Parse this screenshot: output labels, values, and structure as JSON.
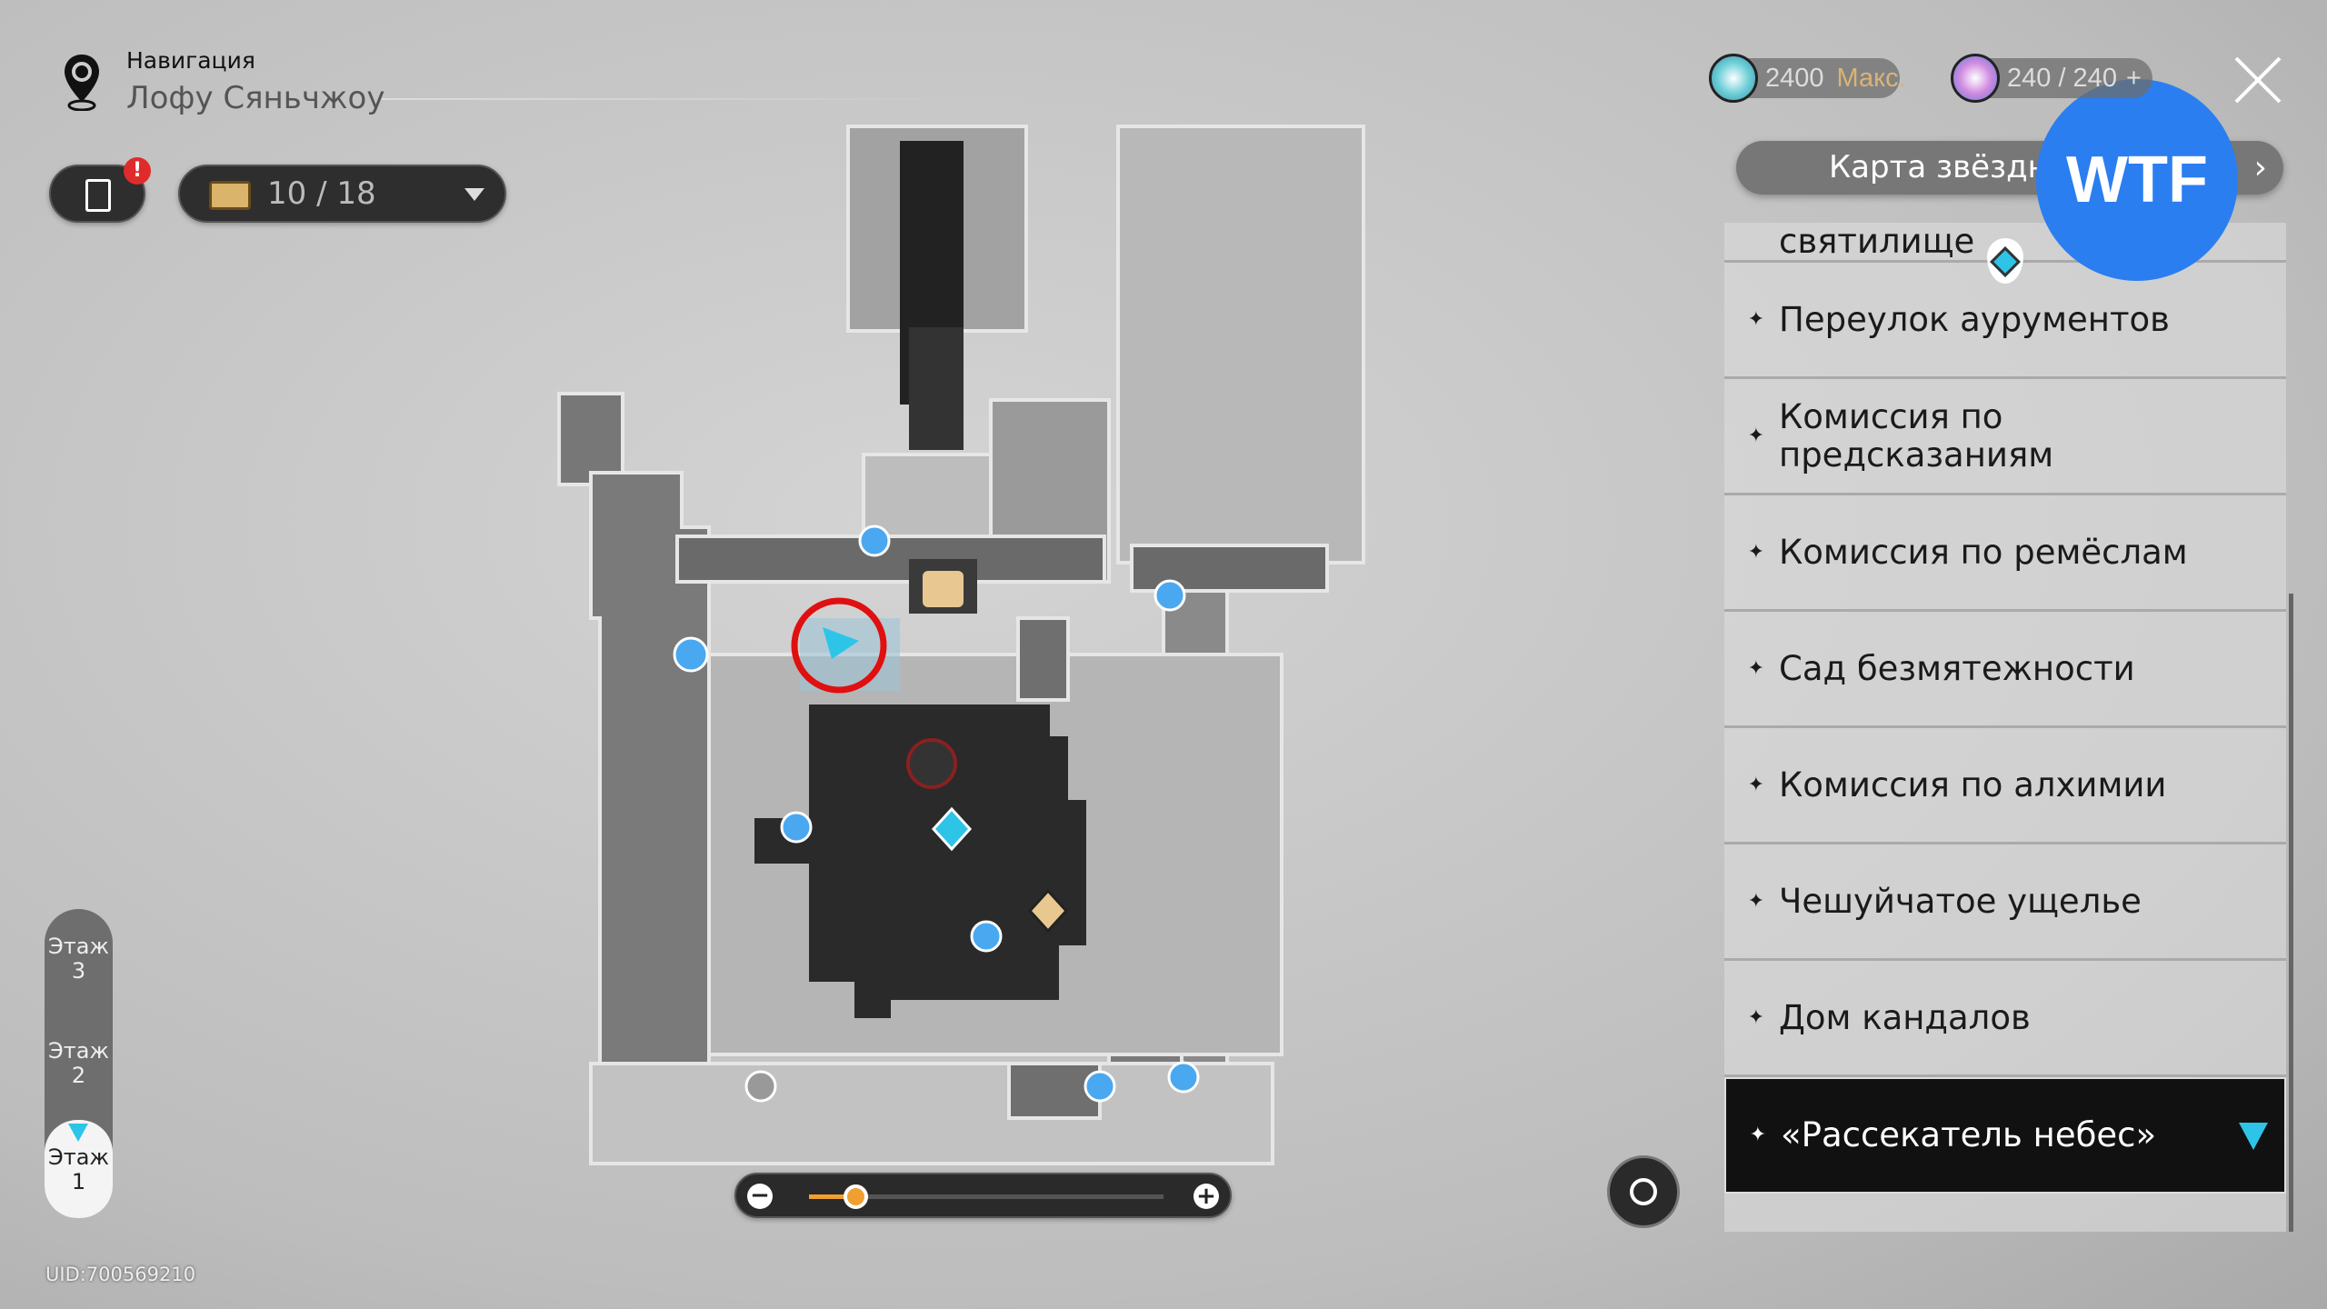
{
  "header": {
    "section": "Навигация",
    "location": "Лофу Сяньчжоу"
  },
  "quest_badge": "!",
  "chest": {
    "count": "10 / 18"
  },
  "currencies": [
    {
      "value": "2400",
      "suffix": "Макс."
    },
    {
      "value": "240 / 240",
      "suffix": "+"
    }
  ],
  "map_title": "Карта звёздн",
  "watermark": "WTF",
  "locations": [
    {
      "label": "святилище",
      "selected": false
    },
    {
      "label": "Переулок аурументов",
      "selected": false
    },
    {
      "label": "Комиссия по предсказаниям",
      "selected": false
    },
    {
      "label": "Комиссия по ремёслам",
      "selected": false
    },
    {
      "label": "Сад безмятежности",
      "selected": false
    },
    {
      "label": "Комиссия по алхимии",
      "selected": false
    },
    {
      "label": "Чешуйчатое ущелье",
      "selected": false
    },
    {
      "label": "Дом кандалов",
      "selected": false
    },
    {
      "label": "«Рассекатель небес»",
      "selected": true
    }
  ],
  "floors": [
    {
      "label": "Этаж",
      "num": "3"
    },
    {
      "label": "Этаж",
      "num": "2"
    },
    {
      "label": "Этаж",
      "num": "1",
      "active": true
    }
  ],
  "zoom_level": 0.13,
  "uid": "UID:700569210",
  "colors": {
    "accent": "#2ec4e8",
    "watermark": "#2a7ef0",
    "alert": "#e02b2b",
    "marker": "#e01010"
  }
}
